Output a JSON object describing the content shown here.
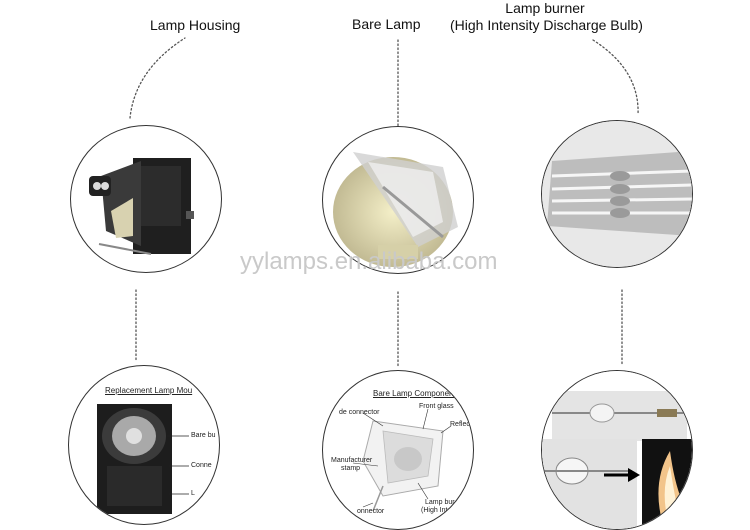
{
  "titles": {
    "housing": "Lamp Housing",
    "bare": "Bare Lamp",
    "burner_line1": "Lamp burner",
    "burner_line2": "(High Intensity Discharge Bulb)"
  },
  "watermark": "yylamps.en.alibaba.com",
  "diagram_housing": {
    "heading": "Replacement Lamp Mou",
    "labels": [
      "Bare bu",
      "Conne",
      "L"
    ]
  },
  "diagram_bare": {
    "heading": "Bare Lamp Components",
    "labels": [
      "de connector",
      "Front glass",
      "Reflect",
      "Manufacturer",
      "stamp",
      "Lamp bur",
      "(High Intensity",
      "onnector"
    ]
  },
  "colors": {
    "line": "#555555",
    "outline": "#333333",
    "watermark": "#c9c9c9"
  }
}
